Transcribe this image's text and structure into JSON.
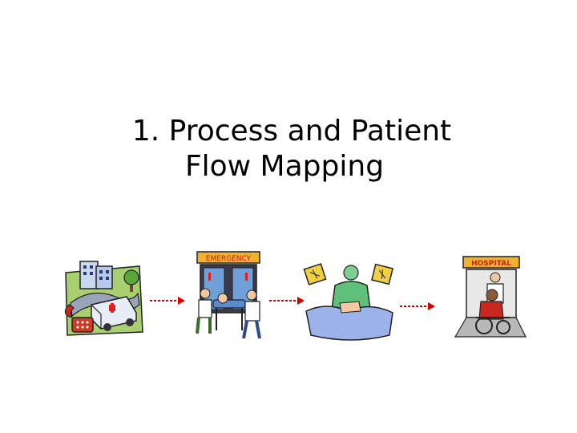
{
  "title": {
    "line1": "1.  Process and Patient",
    "line2": "Flow Mapping"
  },
  "signs": {
    "emergency": "EMERGENCY",
    "hospital": "HOSPITAL"
  },
  "colors": {
    "arrow": "#d40000",
    "ambulance": "#dfe3f2",
    "road": "#9aa3b8",
    "grass": "#88c452",
    "sign_orange": "#f0b030",
    "scrubs": "#5fc07a",
    "bed_blue": "#9bb3e8",
    "floor_gray": "#b8b8b8"
  },
  "icons": [
    "ambulance-scene-icon",
    "emergency-room-icon",
    "surgery-icon",
    "hospital-wheelchair-icon",
    "flow-arrow-icon"
  ]
}
